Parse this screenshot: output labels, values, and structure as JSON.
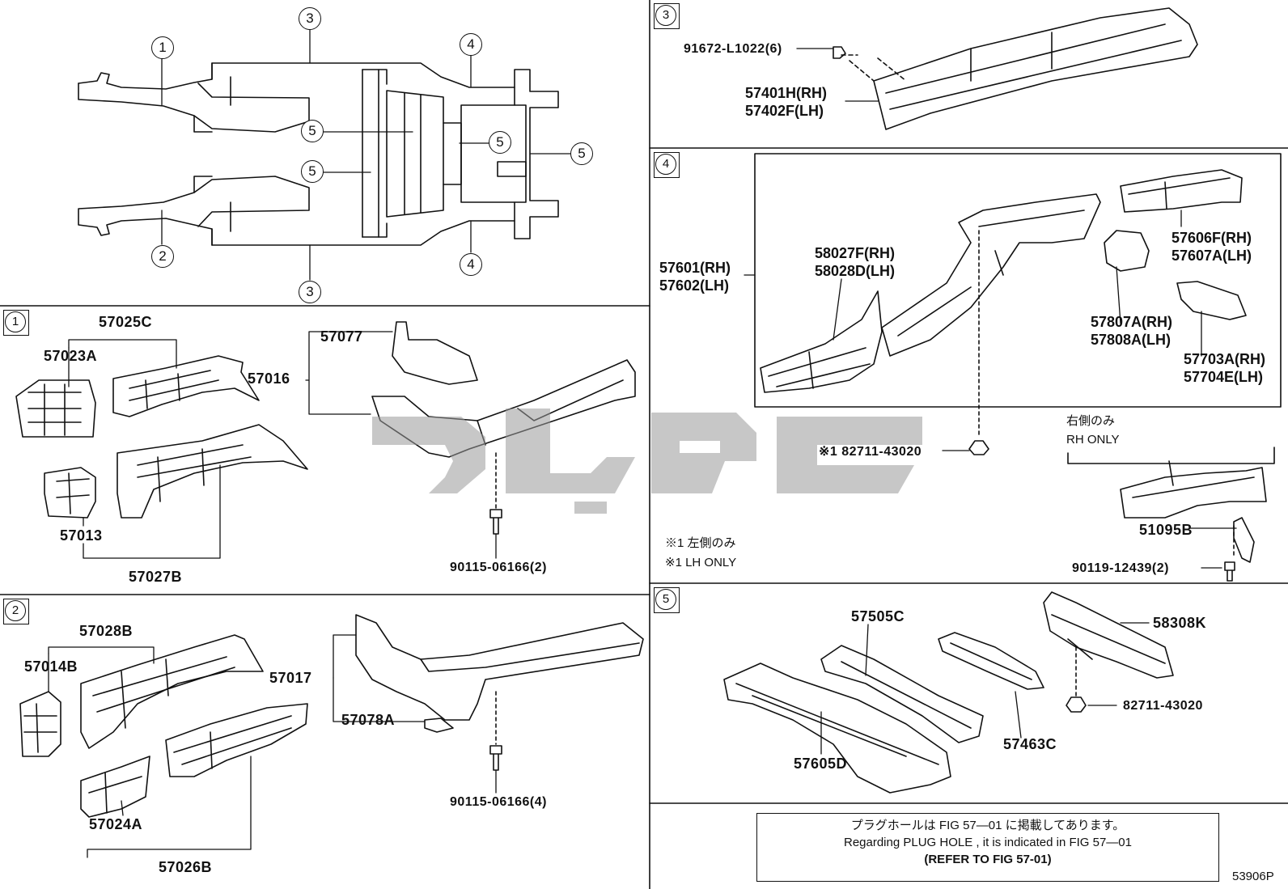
{
  "callouts": {
    "overview": {
      "c1": "1",
      "c2": "2",
      "c3_top": "3",
      "c3_bottom": "3",
      "c4_top": "4",
      "c4_bottom": "4",
      "c5_a": "5",
      "c5_b": "5",
      "c5_c": "5",
      "c5_d": "5"
    },
    "panel_numbers": {
      "p1": "1",
      "p2": "2",
      "p3": "3",
      "p4": "4",
      "p5": "5"
    }
  },
  "panel1": {
    "parts": [
      "57025C",
      "57023A",
      "57016",
      "57077",
      "57013",
      "57027B"
    ],
    "bolt": "90115-06166(2)"
  },
  "panel2": {
    "parts": [
      "57028B",
      "57014B",
      "57017",
      "57078A",
      "57024A",
      "57026B"
    ],
    "bolt": "90115-06166(4)"
  },
  "panel3": {
    "bolt": "91672-L1022(6)",
    "rail_rh": "57401H(RH)",
    "rail_lh": "57402F(LH)"
  },
  "panel4": {
    "member_rh": "57601(RH)",
    "member_lh": "57602(LH)",
    "apron_rh": "58027F(RH)",
    "apron_lh": "58028D(LH)",
    "ext_rh": "57606F(RH)",
    "ext_lh": "57607A(LH)",
    "brace_rh": "57807A(RH)",
    "brace_lh": "57808A(LH)",
    "gusset_rh": "57703A(RH)",
    "gusset_lh": "57704E(LH)",
    "plug": "※1 82711-43020",
    "rh_only_jp": "右側のみ",
    "rh_only_en": "RH ONLY",
    "bracket": "51095B",
    "bracket_bolt": "90119-12439(2)",
    "lh_only_jp": "※1 左側のみ",
    "lh_only_en": "※1 LH ONLY"
  },
  "panel5": {
    "parts": [
      "57505C",
      "58308K",
      "57463C",
      "57605D"
    ],
    "plug": "82711-43020"
  },
  "note": {
    "line1": "プラグホールは FIG 57—01 に掲載してあります。",
    "line2": "Regarding PLUG HOLE , it is indicated in FIG 57—01",
    "line3": "(REFER TO FIG 57-01)"
  },
  "figure_code": "53906P"
}
